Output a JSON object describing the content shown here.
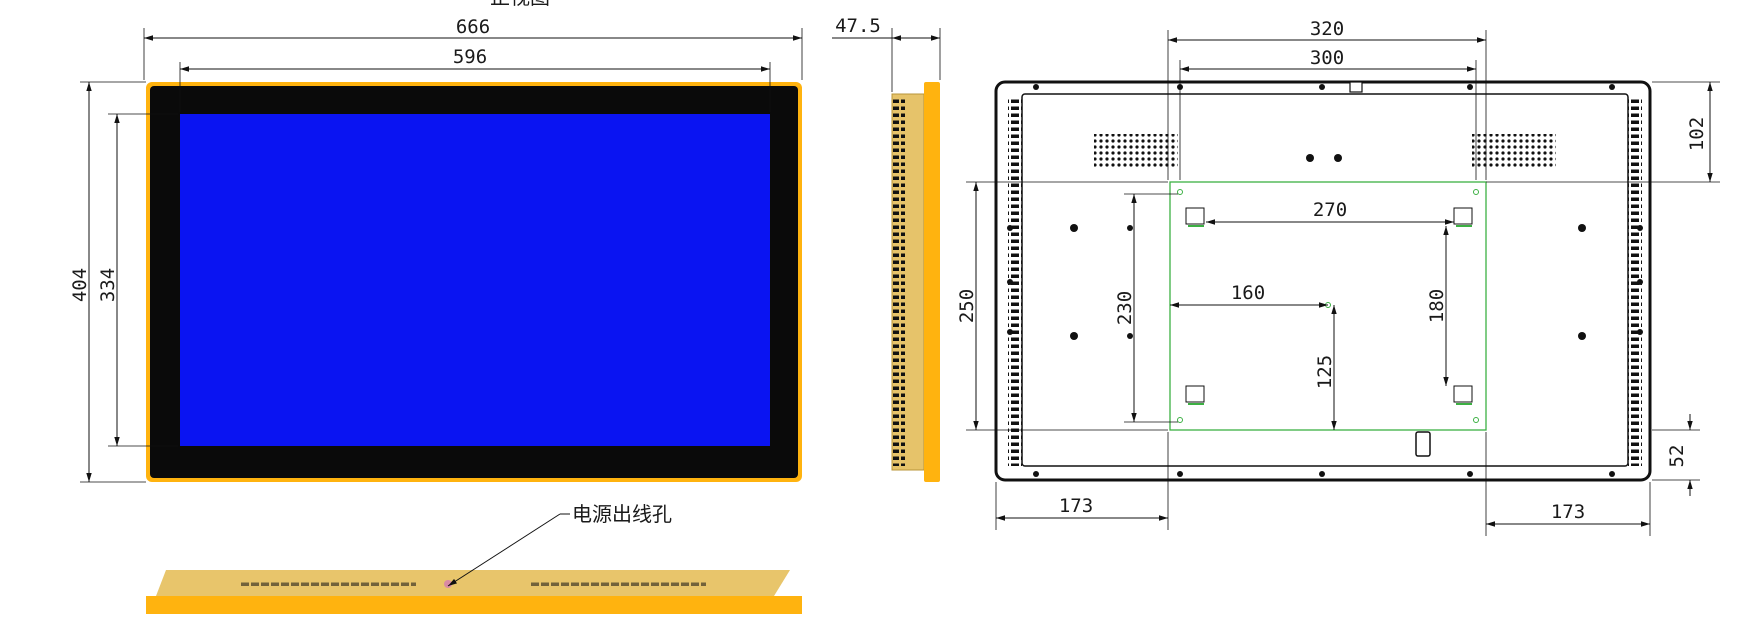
{
  "drawing": {
    "top_caption": "正视图",
    "front_view": {
      "overall_width": "666",
      "screen_width": "596",
      "overall_height": "404",
      "screen_height": "334",
      "frame_color": "#0a0a0a",
      "bezel_color": "#ffb30f",
      "screen_color": "#0a14f2"
    },
    "side_view": {
      "depth": "47.5",
      "panel_color": "#ffb30f",
      "back_color": "#e6c36a"
    },
    "bottom_view": {
      "callout": "电源出线孔",
      "top_color": "#e8c56b",
      "base_color": "#ffb30f"
    },
    "back_view": {
      "hole_span_outer": "320",
      "hole_span_inner": "300",
      "top_offset": "102",
      "plate_height": "250",
      "inner_height": "230",
      "vesa_width": "270",
      "vesa_height": "180",
      "center_x": "160",
      "center_y": "125",
      "bottom_offset": "52",
      "left_offset": "173",
      "right_offset": "173",
      "plate_color": "#3cb043"
    }
  }
}
